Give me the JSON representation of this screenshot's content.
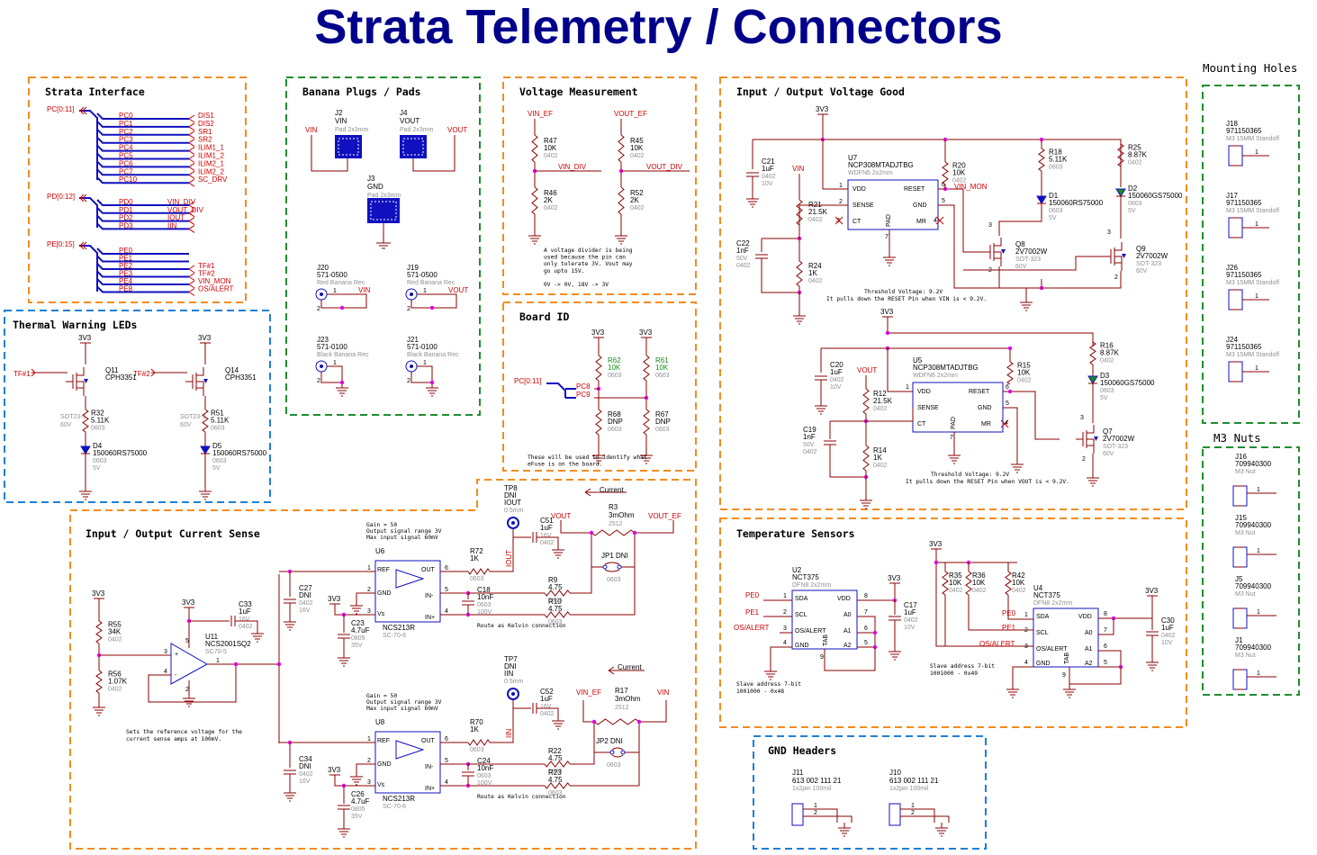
{
  "title": "Strata Telemetry / Connectors",
  "sections": {
    "strata_interface": "Strata Interface",
    "banana": "Banana Plugs / Pads",
    "voltage_meas": "Voltage Measurement",
    "io_voltage_good": "Input / Output Voltage Good",
    "mounting_holes": "Mounting Holes",
    "thermal_leds": "Thermal Warning LEDs",
    "board_id": "Board ID",
    "current_sense": "Input / Output Current Sense",
    "temp_sensors": "Temperature Sensors",
    "m3_nuts": "M3 Nuts",
    "gnd_headers": "GND Headers"
  },
  "strata": {
    "pc_bus": "PC[0:11]",
    "pc_pins": [
      "PC0",
      "PC1",
      "PC2",
      "PC3",
      "PC4",
      "PC5",
      "PC6",
      "PC7",
      "PC10"
    ],
    "pc_nets": [
      "DIS1",
      "DIS2",
      "SR1",
      "SR2",
      "ILIM1_1",
      "ILIM1_2",
      "ILIM2_1",
      "ILIM2_2",
      "SC_DRV"
    ],
    "pd_bus": "PD[0:12]",
    "pd_pins": [
      "PD0",
      "PD1",
      "PD2",
      "PD3"
    ],
    "pd_nets": [
      "VIN_DIV",
      "VOUT_DIV",
      "IOUT",
      "IIN"
    ],
    "pe_bus": "PE[0:15]",
    "pe_pins": [
      "PE0",
      "PE1",
      "PE2",
      "PE3",
      "PE4",
      "PE8"
    ],
    "pe_nets": [
      "",
      "",
      "TF#1",
      "TF#2",
      "VIN_MON",
      "OS/ALERT"
    ]
  },
  "banana": {
    "j2": {
      "ref": "J2",
      "val": "VIN",
      "sub": "Pad 2x3mm",
      "net": "VIN"
    },
    "j4": {
      "ref": "J4",
      "val": "VOUT",
      "sub": "Pad 2x3mm",
      "net": "VOUT"
    },
    "j3": {
      "ref": "J3",
      "val": "GND",
      "sub": "Pad 2x3mm"
    },
    "j20": {
      "ref": "J20",
      "val": "571-0500",
      "sub": "Red Banana Rec",
      "net": "VIN"
    },
    "j19": {
      "ref": "J19",
      "val": "571-0500",
      "sub": "Red Banana Rec",
      "net": "VOUT"
    },
    "j23": {
      "ref": "J23",
      "val": "571-0100",
      "sub": "Black Banana Rec"
    },
    "j21": {
      "ref": "J21",
      "val": "571-0100",
      "sub": "Black Banana Rec"
    }
  },
  "vmeas": {
    "left_top": "VIN_EF",
    "right_top": "VOUT_EF",
    "r47": [
      "R47",
      "10K",
      "0402"
    ],
    "r46": [
      "R46",
      "2K",
      "0402"
    ],
    "r45": [
      "R45",
      "10K",
      "0402"
    ],
    "r52": [
      "R52",
      "2K",
      "0402"
    ],
    "net_l": "VIN_DIV",
    "net_r": "VOUT_DIV",
    "note": [
      "A voltage divider is being",
      "used because the pin can",
      "only tolerate 3V. Vout may",
      "go upto 15V.",
      "",
      "0V -> 0V, 18V -> 3V"
    ]
  },
  "board_id": {
    "bus": "PC[0:11]",
    "pc8": "PC8",
    "pc9": "PC9",
    "v3": "3V3",
    "r62": [
      "R62",
      "10K",
      "0603"
    ],
    "r61": [
      "R61",
      "10K",
      "0603"
    ],
    "r68": [
      "R68",
      "DNP",
      "0603"
    ],
    "r67": [
      "R67",
      "DNP",
      "0603"
    ],
    "note": [
      "These will be used to identify what",
      "eFuse is on the board."
    ]
  },
  "thermal": {
    "v3": "3V3",
    "tf1": "TF#1",
    "tf2": "TF#2",
    "q11": [
      "Q11",
      "CPH3351",
      "SOT23-3",
      "60V"
    ],
    "q14": [
      "Q14",
      "CPH3351",
      "SOT23-3",
      "60V"
    ],
    "r32": [
      "R32",
      "5.11K",
      "0603"
    ],
    "r51": [
      "R51",
      "5.11K",
      "0603"
    ],
    "d4": [
      "D4",
      "150060RS75000",
      "0603",
      "5V"
    ],
    "d5": [
      "D5",
      "150060RS75000",
      "0603",
      "5V"
    ]
  },
  "vgood": {
    "v3": "3V3",
    "vin": "VIN",
    "vout": "VOUT",
    "vin_mon": "VIN_MON",
    "u7": [
      "U7",
      "NCP308MTADJTBG",
      "WDFN6 2x2mm"
    ],
    "u5": [
      "U5",
      "NCP308MTADJTBG",
      "WDFN6 2x2mm"
    ],
    "ic_pins": [
      "VDD",
      "SENSE",
      "CT",
      "RESET",
      "GND",
      "MR",
      "PAD"
    ],
    "c21": [
      "C21",
      "1uF",
      "0402",
      "10V"
    ],
    "c22": [
      "C22",
      "1nF",
      "50V",
      "0402"
    ],
    "c20": [
      "C20",
      "1uF",
      "0402",
      "10V"
    ],
    "c19": [
      "C19",
      "1nF",
      "50V",
      "0402"
    ],
    "r21": [
      "R21",
      "21.5K",
      "0402"
    ],
    "r24": [
      "R24",
      "1K",
      "0402"
    ],
    "r12": [
      "R12",
      "21.5K",
      "0402"
    ],
    "r14": [
      "R14",
      "1K",
      "0402"
    ],
    "r20": [
      "R20",
      "10K",
      "0402"
    ],
    "r18": [
      "R18",
      "5.11K",
      "0603"
    ],
    "r25": [
      "R25",
      "8.87K",
      "0402"
    ],
    "r15": [
      "R15",
      "10K",
      "0402"
    ],
    "r16": [
      "R16",
      "8.87K",
      "0402"
    ],
    "d1": [
      "D1",
      "150060RS75000",
      "0603",
      "5V"
    ],
    "d2": [
      "D2",
      "150060GS75000",
      "0603",
      "5V"
    ],
    "d3": [
      "D3",
      "150060GS75000",
      "0603",
      "5V"
    ],
    "q8": [
      "Q8",
      "2V7002W",
      "SOT-323",
      "60V"
    ],
    "q9": [
      "Q9",
      "2V7002W",
      "SOT-323",
      "60V"
    ],
    "q7": [
      "Q7",
      "2V7002W",
      "SOT-323",
      "60V"
    ],
    "note1": [
      "Threshold Voltage: 9.2V",
      "It pulls down the RESET Pin when VIN is < 9.2V."
    ],
    "note2": [
      "Threshold Voltage: 9.2V",
      "It pulls down the RESET Pin when VOUT is < 9.2V."
    ]
  },
  "mounting": [
    {
      "ref": "J18",
      "val": "971150365",
      "sub": "M3 15MM Standoff"
    },
    {
      "ref": "J17",
      "val": "971150365",
      "sub": "M3 15MM Standoff"
    },
    {
      "ref": "J26",
      "val": "971150365",
      "sub": "M3 15MM Standoff"
    },
    {
      "ref": "J24",
      "val": "971150365",
      "sub": "M3 15MM Standoff"
    }
  ],
  "nuts": [
    {
      "ref": "J16",
      "val": "709940300",
      "sub": "M3 Nut"
    },
    {
      "ref": "J15",
      "val": "709940300",
      "sub": "M3 Nut"
    },
    {
      "ref": "J5",
      "val": "709940300",
      "sub": "M3 Nut"
    },
    {
      "ref": "J1",
      "val": "709940300",
      "sub": "M3 Nut"
    }
  ],
  "csense": {
    "v3": "3V3",
    "current": "Current",
    "r55": [
      "R55",
      "34K",
      "0402"
    ],
    "r56": [
      "R56",
      "1.07K",
      "0402"
    ],
    "c33": [
      "C33",
      "1uF",
      "16V",
      "0402"
    ],
    "u11": [
      "U11",
      "NCS2001SQ2",
      "SC70-5"
    ],
    "c27": [
      "C27",
      "DNI",
      "0402",
      "16V"
    ],
    "c34": [
      "C34",
      "DNI",
      "0402",
      "16V"
    ],
    "c23": [
      "C23",
      "4.7uF",
      "0805",
      "35V"
    ],
    "c26": [
      "C26",
      "4.7uF",
      "0805",
      "35V"
    ],
    "u6": [
      "U6",
      "NCS213R",
      "SC-70-6"
    ],
    "u8": [
      "U8",
      "NCS213R",
      "SC-70-6"
    ],
    "amp_pins": [
      "REF",
      "GND",
      "Vs",
      "OUT",
      "IN-",
      "IN+"
    ],
    "gain1": [
      "Gain = 50",
      "Output signal range 3V",
      "Max input signal 60mV"
    ],
    "gain2": [
      "Gain = 50",
      "Output signal range 3V",
      "Max input signal 60mV"
    ],
    "r72": [
      "R72",
      "1K",
      "0603"
    ],
    "r70": [
      "R70",
      "1K",
      "0603"
    ],
    "tp8": [
      "TP8",
      "DNI",
      "IOUT",
      "0.5mm"
    ],
    "tp7": [
      "TP7",
      "DNI",
      "IIN",
      "0.5mm"
    ],
    "c51": [
      "C51",
      "1uF",
      "16V",
      "0402"
    ],
    "c52": [
      "C52",
      "1uF",
      "16V",
      "0402"
    ],
    "c18": [
      "C18",
      "10nF",
      "0603",
      "100V"
    ],
    "c24": [
      "C24",
      "10nF",
      "0603",
      "100V"
    ],
    "r9": [
      "R9",
      "4.75",
      "0603"
    ],
    "r10": [
      "R10",
      "4.75",
      "0603"
    ],
    "r22": [
      "R22",
      "4.75",
      "0603"
    ],
    "r23": [
      "R23",
      "4.75",
      "0603"
    ],
    "r3": [
      "R3",
      "3mOhm",
      "2512"
    ],
    "r17": [
      "R17",
      "3mOhm",
      "2512"
    ],
    "jp1": [
      "JP1",
      "DNI",
      "0603"
    ],
    "jp2": [
      "JP2",
      "DNI",
      "0603"
    ],
    "vout": "VOUT",
    "vout_ef": "VOUT_EF",
    "vin_ef": "VIN_EF",
    "vin": "VIN",
    "iout": "IOUT",
    "iin": "IIN",
    "kelvin1": "Route as Kelvin connection",
    "kelvin2": "Route as Kelvin connection",
    "refnote": [
      "Sets the reference voltage for the",
      "current sense amps at 100mV."
    ]
  },
  "temp": {
    "v3": "3V3",
    "u2": [
      "U2",
      "NCT375",
      "DFN8 2x2mm"
    ],
    "u4": [
      "U4",
      "NCT375",
      "DFN8 2x2mm"
    ],
    "ic_pins": [
      "SDA",
      "SCL",
      "OS/ALERT",
      "GND",
      "VDD",
      "A0",
      "A1",
      "A2",
      "TAB"
    ],
    "nets": [
      "PE0",
      "PE1",
      "OS/ALERT"
    ],
    "c17": [
      "C17",
      "1uF",
      "0402",
      "10V"
    ],
    "c30": [
      "C30",
      "1uF",
      "0402",
      "10V"
    ],
    "r35": [
      "R35",
      "10K",
      "0402"
    ],
    "r36": [
      "R36",
      "10K",
      "0402"
    ],
    "r42": [
      "R42",
      "10K",
      "0402"
    ],
    "note1": [
      "Slave address 7-bit",
      "1001000 - 0x48"
    ],
    "note2": [
      "Slave address 7-bit",
      "1001000 - 0x49"
    ]
  },
  "gndh": [
    {
      "ref": "J11",
      "val": "613 002 111 21",
      "sub": "1x2pin 100mil"
    },
    {
      "ref": "J10",
      "val": "613 002 111 21",
      "sub": "1x2pin 100mil"
    }
  ]
}
